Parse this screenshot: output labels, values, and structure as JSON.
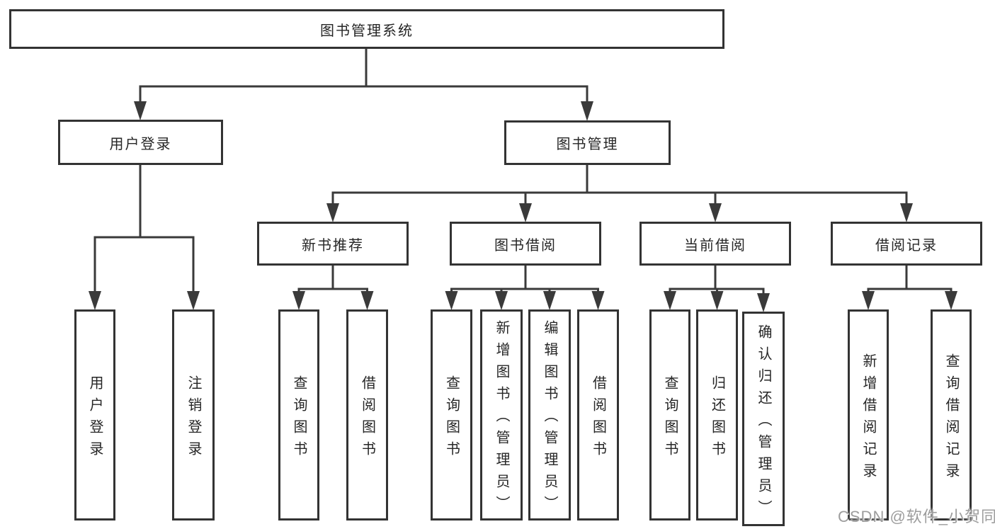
{
  "diagram_title": "图书管理系统",
  "nodes": {
    "root": {
      "label": "图书管理系统"
    },
    "level2": [
      {
        "label": "用户登录"
      },
      {
        "label": "图书管理"
      }
    ],
    "level3": [
      {
        "label": "新书推荐"
      },
      {
        "label": "图书借阅"
      },
      {
        "label": "当前借阅"
      },
      {
        "label": "借阅记录"
      }
    ],
    "leaves": [
      {
        "label": "用户登录"
      },
      {
        "label": "注销登录"
      },
      {
        "label": "查询图书"
      },
      {
        "label": "借阅图书"
      },
      {
        "label": "查询图书"
      },
      {
        "label": "新增图书（管理员）"
      },
      {
        "label": "编辑图书（管理员）"
      },
      {
        "label": "借阅图书"
      },
      {
        "label": "查询图书"
      },
      {
        "label": "归还图书"
      },
      {
        "label": "确认归还（管理员）"
      },
      {
        "label": "新增借阅记录"
      },
      {
        "label": "查询借阅记录"
      }
    ]
  },
  "edges": [
    {
      "from": "图书管理系统",
      "to": [
        "用户登录",
        "图书管理"
      ]
    },
    {
      "from": "用户登录",
      "to": [
        "用户登录",
        "注销登录"
      ]
    },
    {
      "from": "图书管理",
      "to": [
        "新书推荐",
        "图书借阅",
        "当前借阅",
        "借阅记录"
      ]
    },
    {
      "from": "新书推荐",
      "to": [
        "查询图书",
        "借阅图书"
      ]
    },
    {
      "from": "图书借阅",
      "to": [
        "查询图书",
        "新增图书（管理员）",
        "编辑图书（管理员）",
        "借阅图书"
      ]
    },
    {
      "from": "当前借阅",
      "to": [
        "查询图书",
        "归还图书",
        "确认归还（管理员）"
      ]
    },
    {
      "from": "借阅记录",
      "to": [
        "新增借阅记录",
        "查询借阅记录"
      ]
    }
  ],
  "watermark": {
    "text": "CSDN @软件_小贺同学",
    "color": "#9d9d9d"
  },
  "colors": {
    "background": "#ffffff",
    "box_border": "#333333",
    "line": "#3a3a3a",
    "text": "#262626"
  }
}
